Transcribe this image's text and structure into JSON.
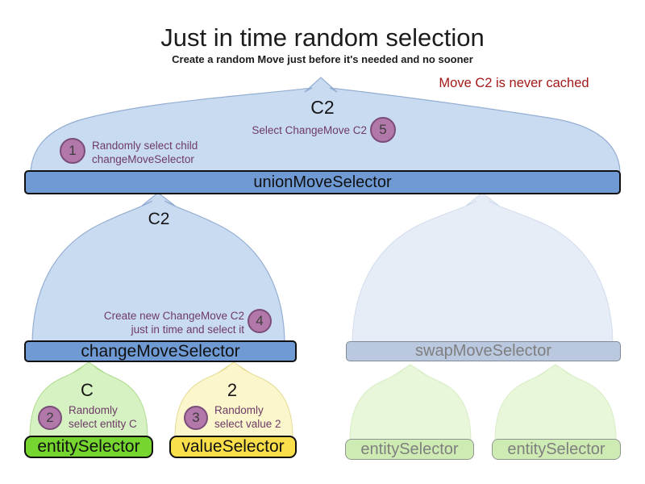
{
  "header": {
    "title": "Just in time random selection",
    "subtitle": "Create a random Move just before it's needed and no sooner",
    "cache_note": "Move C2 is never cached"
  },
  "selectors": {
    "union": {
      "label": "unionMoveSelector",
      "output": "C2"
    },
    "change": {
      "label": "changeMoveSelector",
      "output": "C2"
    },
    "swap": {
      "label": "swapMoveSelector"
    },
    "entity": {
      "label": "entitySelector",
      "output": "C"
    },
    "value": {
      "label": "valueSelector",
      "output": "2"
    },
    "faded_entity_left": {
      "label": "entitySelector"
    },
    "faded_entity_right": {
      "label": "entitySelector"
    }
  },
  "steps": [
    {
      "num": "1",
      "lines": [
        "Randomly select child",
        "changeMoveSelector"
      ]
    },
    {
      "num": "2",
      "lines": [
        "Randomly",
        "select entity C"
      ]
    },
    {
      "num": "3",
      "lines": [
        "Randomly",
        "select value 2"
      ]
    },
    {
      "num": "4",
      "lines": [
        "Create new ChangeMove C2",
        "just in time and select it"
      ]
    },
    {
      "num": "5",
      "lines": [
        "Select ChangeMove C2"
      ]
    }
  ],
  "colors": {
    "bar-blue": "#6f9ad4",
    "dome-blue": "#c9dbf1",
    "dome-blue-stroke": "#94aed2",
    "bar-swap": "#bac9e0",
    "dome-faded-blue": "#e6edf7",
    "dome-faded-blue-stroke": "#d2dcec",
    "bar-entity-green": "#76d52e",
    "dome-green": "#d6f2c3",
    "dome-green-stroke": "#aedc8e",
    "bar-value-yellow": "#f9e04a",
    "dome-yellow": "#fbf6cb",
    "dome-yellow-stroke": "#e4db94",
    "bar-faded-green": "#cdebb3",
    "dome-faded-green": "#e8f6d9",
    "dome-faded-green-stroke": "#d8edc6",
    "badge-fill": "#b178a9",
    "badge-border": "#7b4d79",
    "note-purple": "#6e3a67",
    "note-red": "#a31818",
    "text-gray": "#7f7f7f"
  }
}
